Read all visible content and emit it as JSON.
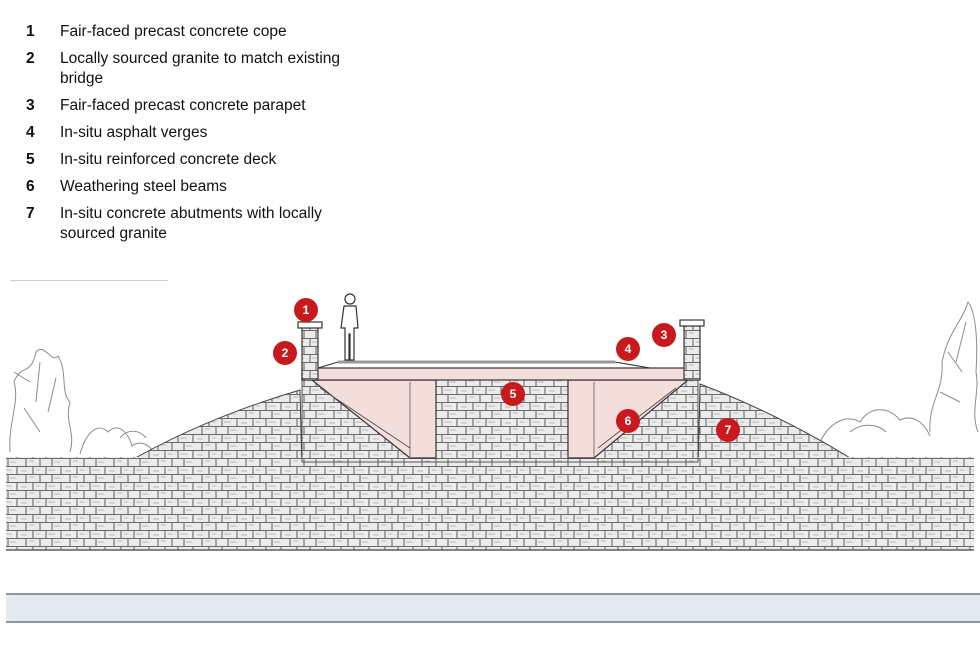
{
  "legend": [
    {
      "num": "1",
      "text": "Fair-faced precast concrete cope"
    },
    {
      "num": "2",
      "text": "Locally sourced granite to match existing bridge"
    },
    {
      "num": "3",
      "text": "Fair-faced precast concrete parapet"
    },
    {
      "num": "4",
      "text": "In-situ asphalt verges"
    },
    {
      "num": "5",
      "text": "In-situ reinforced concrete deck"
    },
    {
      "num": "6",
      "text": "Weathering steel beams"
    },
    {
      "num": "7",
      "text": "In-situ concrete abutments with locally sourced granite"
    }
  ],
  "markers": [
    "1",
    "2",
    "3",
    "4",
    "5",
    "6",
    "7"
  ],
  "colors": {
    "marker": "#c8191f",
    "stone": "#8a8a8a",
    "deck": "#f4dedc",
    "water": "#e4ebf0"
  }
}
